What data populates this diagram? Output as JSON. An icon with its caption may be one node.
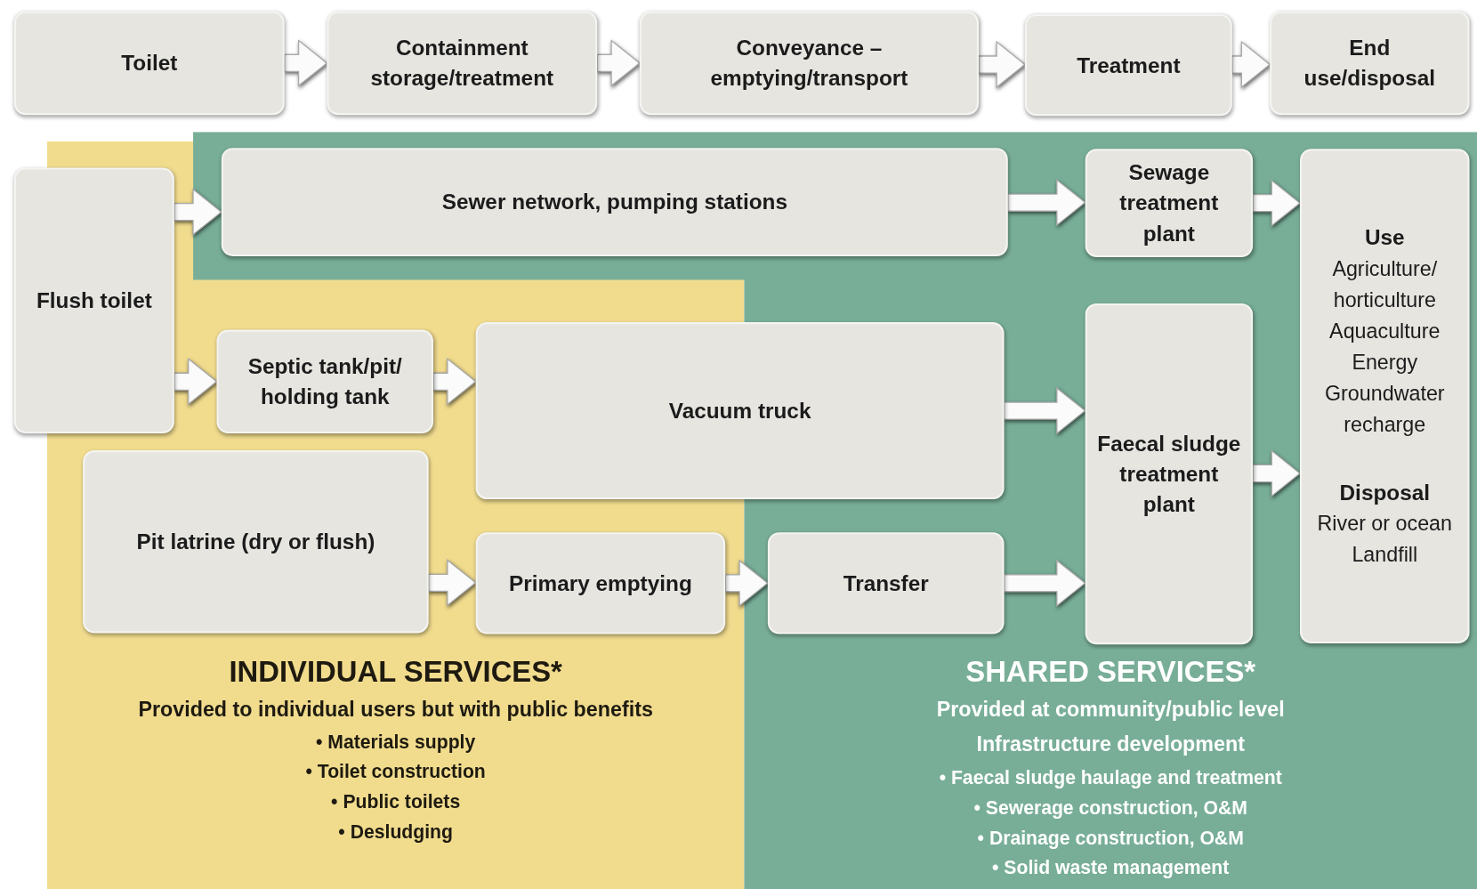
{
  "diagram": {
    "nodes": [
      {
        "text": [
          "Toilet"
        ]
      },
      {
        "text": [
          "Containment storage/treatment"
        ]
      },
      {
        "text": [
          "Conveyance – emptying/transport"
        ]
      },
      {
        "text": [
          "Treatment"
        ]
      },
      {
        "text": [
          "End use/disposal"
        ]
      },
      {
        "text": [
          "INDIVIDUAL SERVICES*",
          "Provided to individual users but with public benefits",
          "• Materials supply",
          "• Toilet construction",
          "• Public toilets",
          "• Desludging"
        ]
      },
      {
        "text": [
          "SHARED SERVICES*",
          "Provided at community/public level",
          "Infrastructure development",
          "• Faecal sludge haulage and treatment",
          "• Sewerage construction, O&M",
          "• Drainage construction, O&M",
          "• Solid waste management"
        ]
      },
      {
        "text": [
          "Flush toilet"
        ]
      },
      {
        "text": [
          "Sewer network, pumping stations"
        ],
        "in": 6
      },
      {
        "text": [
          "Sewage treatment plant"
        ],
        "in": 6
      },
      {
        "text": [
          "Use",
          "Agriculture/ horticulture",
          "Aquaculture",
          "Energy",
          "Groundwater recharge",
          "Disposal",
          "River or ocean",
          "Landfill"
        ],
        "in": 6
      },
      {
        "text": [
          "Septic tank/pit/ holding tank"
        ],
        "in": 5
      },
      {
        "text": [
          "Vacuum truck"
        ]
      },
      {
        "text": [
          "Faecal sludge treatment plant"
        ],
        "in": 6
      },
      {
        "text": [
          "Pit latrine (dry or flush)"
        ],
        "in": 5
      },
      {
        "text": [
          "Primary emptying"
        ],
        "in": 5
      },
      {
        "text": [
          "Transfer"
        ],
        "in": 6
      }
    ],
    "edges": [
      {
        "from": 0,
        "to": 1,
        "arrow": "to"
      },
      {
        "from": 1,
        "to": 2,
        "arrow": "to"
      },
      {
        "from": 2,
        "to": 3,
        "arrow": "to"
      },
      {
        "from": 3,
        "to": 4,
        "arrow": "to"
      },
      {
        "from": 7,
        "to": 8,
        "arrow": "to"
      },
      {
        "from": 8,
        "to": 9,
        "arrow": "to"
      },
      {
        "from": 9,
        "to": 10,
        "arrow": "to"
      },
      {
        "from": 7,
        "to": 11,
        "arrow": "to"
      },
      {
        "from": 11,
        "to": 12,
        "arrow": "to"
      },
      {
        "from": 12,
        "to": 13,
        "arrow": "to"
      },
      {
        "from": 14,
        "to": 15,
        "arrow": "to"
      },
      {
        "from": 15,
        "to": 16,
        "arrow": "to"
      },
      {
        "from": 16,
        "to": 13,
        "arrow": "to"
      },
      {
        "from": 13,
        "to": 10,
        "arrow": "to"
      }
    ]
  }
}
